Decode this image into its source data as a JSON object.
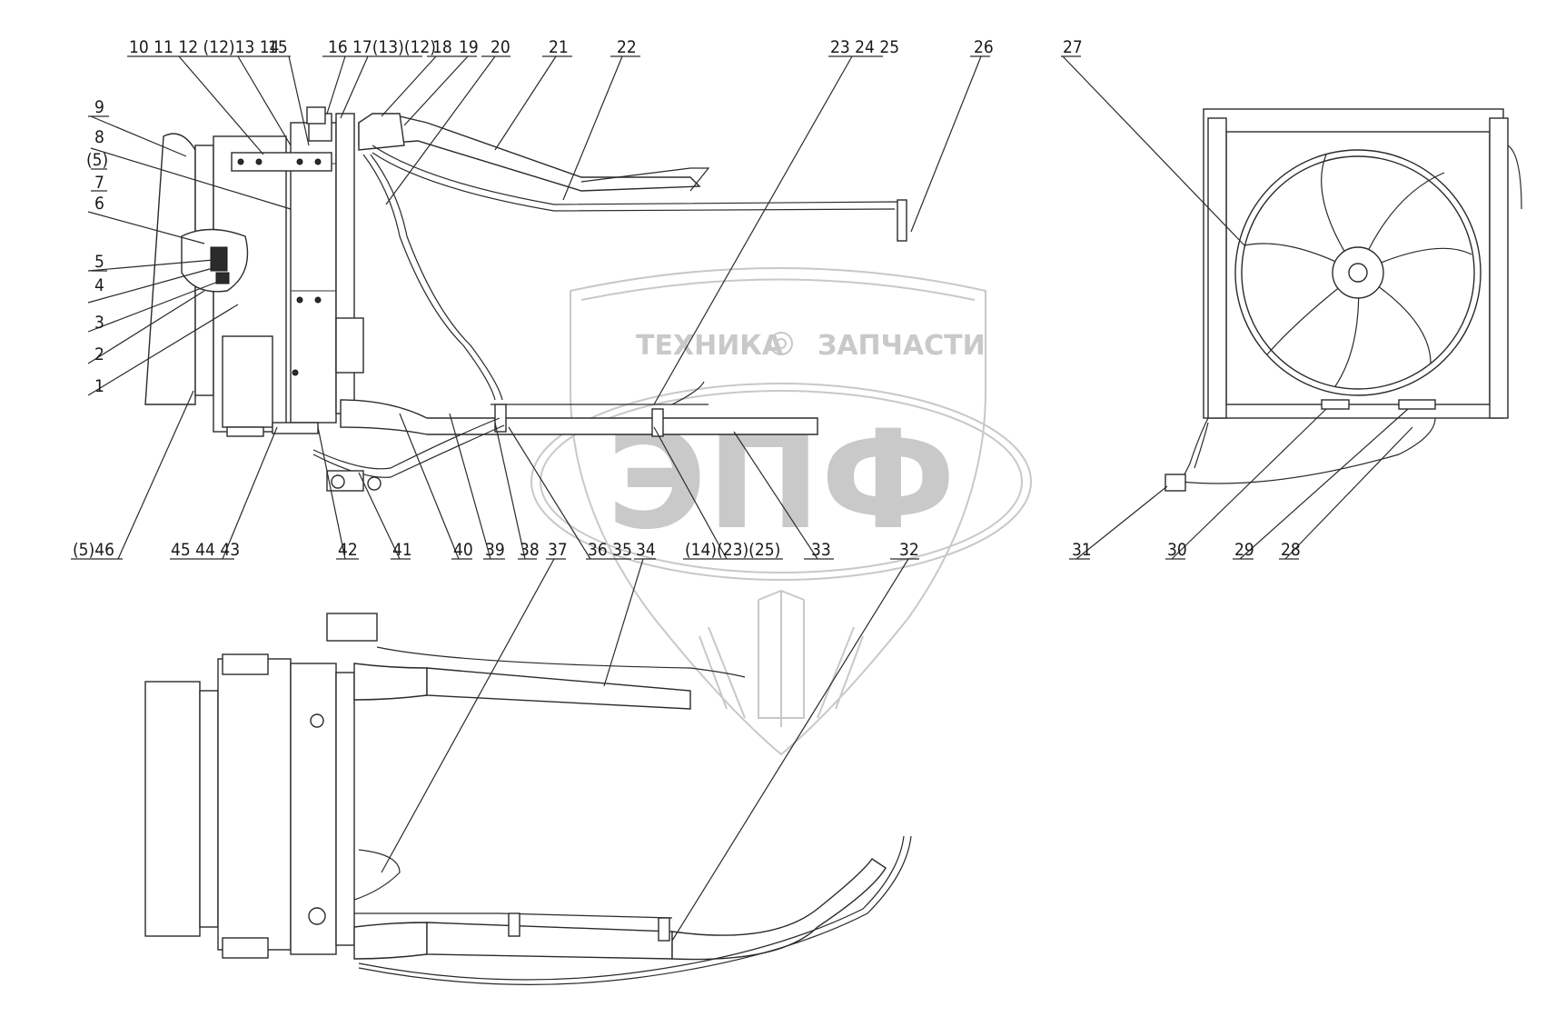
{
  "watermark": {
    "top_text_left": "ТЕХНИКА",
    "top_text_right": "ЗАПЧАСТИ",
    "logo_text": "ЭПФ",
    "color": "#c8c8c8"
  },
  "callouts": {
    "top": [
      "10 11 12 (12)13 14",
      "15",
      "16",
      "17(13)(12)",
      "18",
      "19",
      "20",
      "21",
      "22",
      "23 24 25",
      "26",
      "27"
    ],
    "left": [
      "9",
      "8",
      "(5)",
      "7",
      "6",
      "5",
      "4",
      "3",
      "2",
      "1"
    ],
    "bottom": [
      "(5)46",
      "45 44 43",
      "42",
      "41",
      "40",
      "39",
      "38",
      "37",
      "36 35",
      "34",
      "(14)(23)(25)",
      "33",
      "32",
      "31",
      "30",
      "29",
      "28"
    ]
  },
  "colors": {
    "line": "#2a2a2a",
    "background": "#ffffff"
  }
}
